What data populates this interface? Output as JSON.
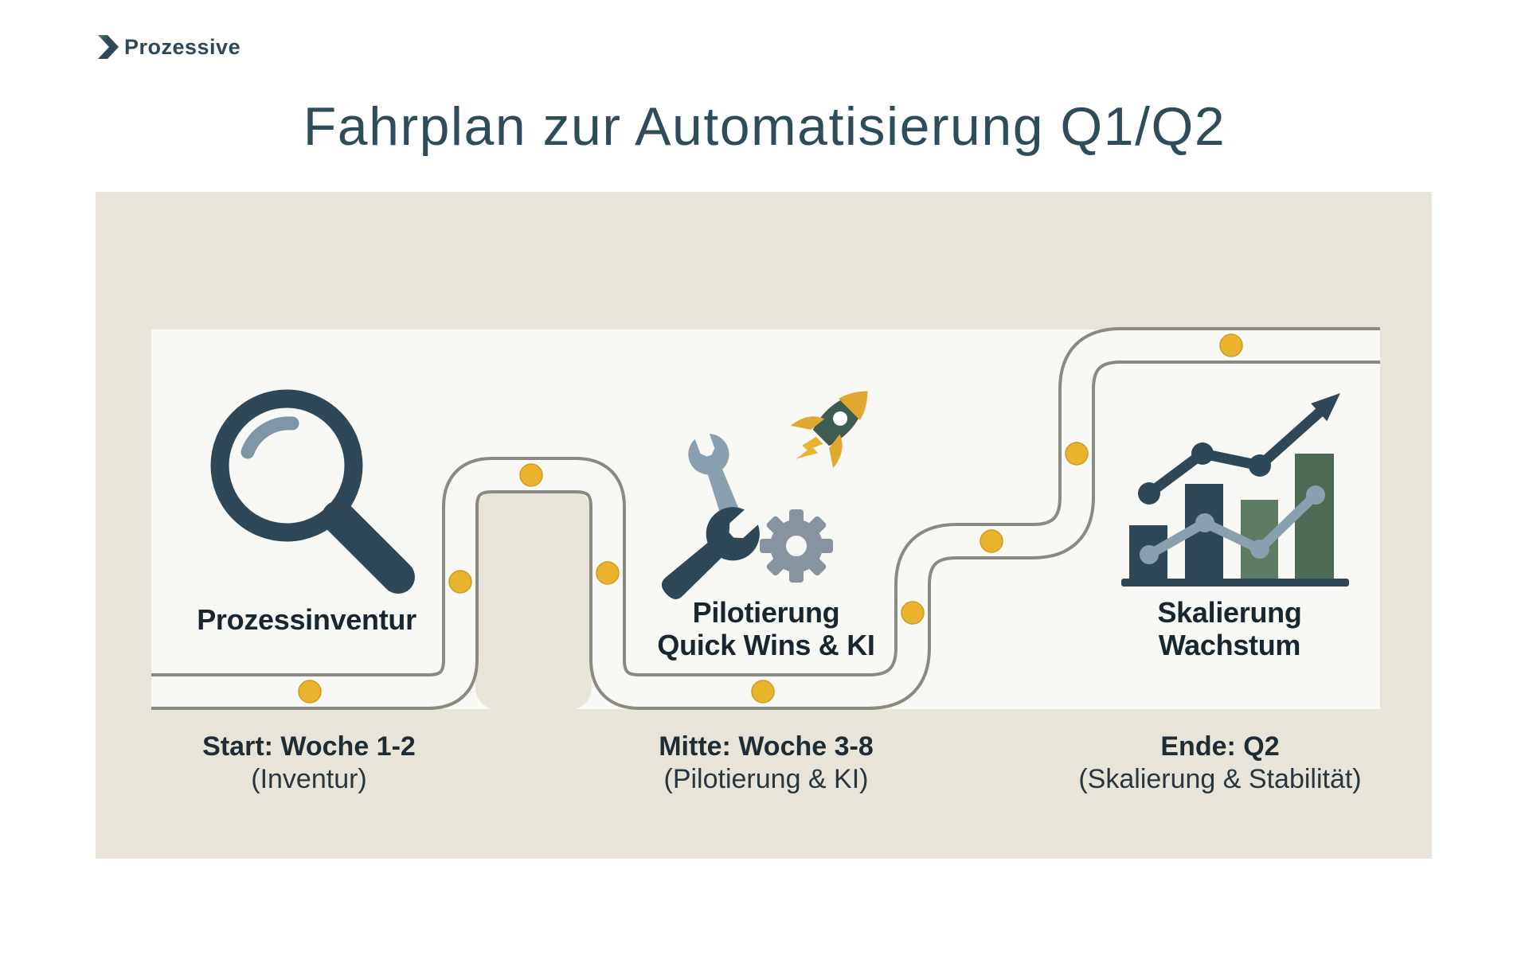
{
  "brand": {
    "name": "Prozessive"
  },
  "title": "Fahrplan zur Automatisierung Q1/Q2",
  "stages": [
    {
      "icon": "magnifier-icon",
      "label_line1": "Prozessinventur",
      "label_line2": "",
      "milestone_title": "Start: Woche 1-2",
      "milestone_detail": "(Inventur)"
    },
    {
      "icon": "wrench-gear-rocket-icon",
      "label_line1": "Pilotierung",
      "label_line2": "Quick Wins & KI",
      "milestone_title": "Mitte: Woche 3-8",
      "milestone_detail": "(Pilotierung & KI)"
    },
    {
      "icon": "growth-chart-icon",
      "label_line1": "Skalierung",
      "label_line2": "Wachstum",
      "milestone_title": "Ende: Q2",
      "milestone_detail": "(Skalierung & Stabilität)"
    }
  ],
  "road": {
    "milestone_dot_count": 9,
    "dot_color": "#E9B32D"
  },
  "colors": {
    "accent_dark": "#2E4858",
    "title_text": "#2F4C5B",
    "label_text": "#18262F",
    "panel_beige": "#E8E4D9",
    "panel_white": "#F8F8F4",
    "road_line": "#8A8A82",
    "dot_yellow": "#E9B32D",
    "steel_blue": "#8BA0AE",
    "gear_gray": "#8794A0",
    "rocket_green": "#3E5C4F",
    "bar_green_light": "#5E7C64",
    "bar_green_dark": "#4D6A54",
    "highlight_arc": "#7E96A6"
  }
}
